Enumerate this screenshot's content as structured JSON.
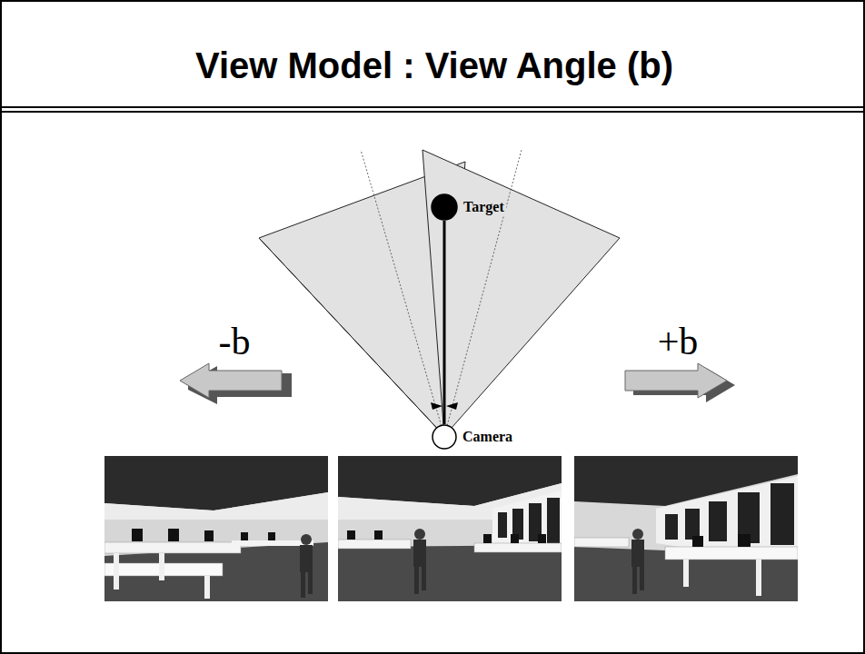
{
  "diagram": {
    "title": "View Model : View Angle (b)",
    "nodes": [
      {
        "text": [
          "Target"
        ]
      },
      {
        "text": [
          "Camera"
        ]
      }
    ],
    "edges": [
      {
        "from": 0,
        "to": 1,
        "arrow": "none"
      }
    ],
    "labels": [
      "-b",
      "+b"
    ]
  }
}
